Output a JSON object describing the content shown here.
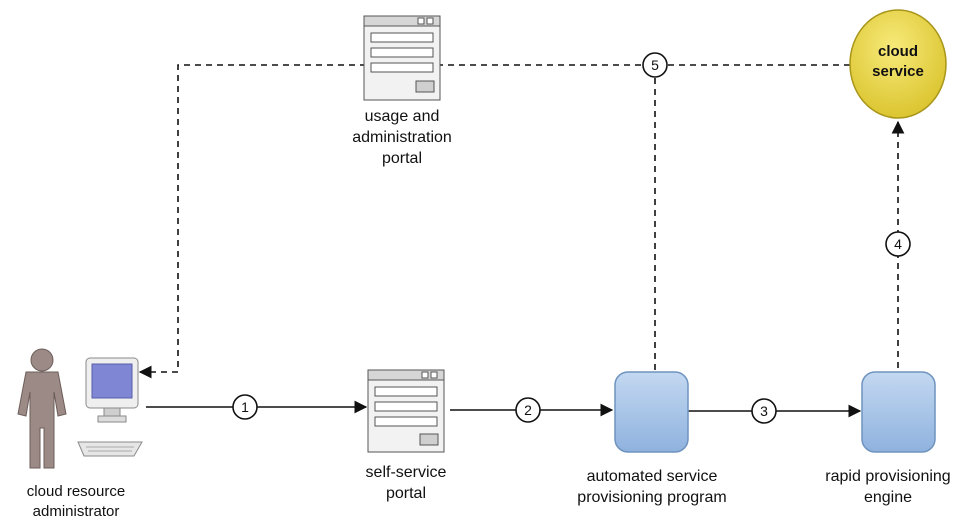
{
  "actors": {
    "administrator": {
      "lines": [
        "cloud resource",
        "administrator"
      ]
    }
  },
  "nodes": {
    "usage_portal": {
      "lines": [
        "usage and",
        "administration",
        "portal"
      ]
    },
    "self_service_portal": {
      "lines": [
        "self-service",
        "portal"
      ]
    },
    "provisioning_program": {
      "lines": [
        "automated service",
        "provisioning program"
      ]
    },
    "provisioning_engine": {
      "lines": [
        "rapid provisioning",
        "engine"
      ]
    },
    "cloud_service": {
      "lines": [
        "cloud",
        "service"
      ]
    }
  },
  "steps": [
    "1",
    "2",
    "3",
    "4",
    "5"
  ],
  "colors": {
    "cloud_service_fill": "#e6d23a",
    "cloud_service_stroke": "#a8951a",
    "program_fill": "#a9c6e8",
    "program_stroke": "#6f93bf",
    "person_fill": "#9b8a86",
    "line": "#111111"
  },
  "icons": {
    "administrator": "person-icon",
    "workstation": "computer-icon",
    "portal": "web-form-icon",
    "program": "rounded-square-icon"
  }
}
